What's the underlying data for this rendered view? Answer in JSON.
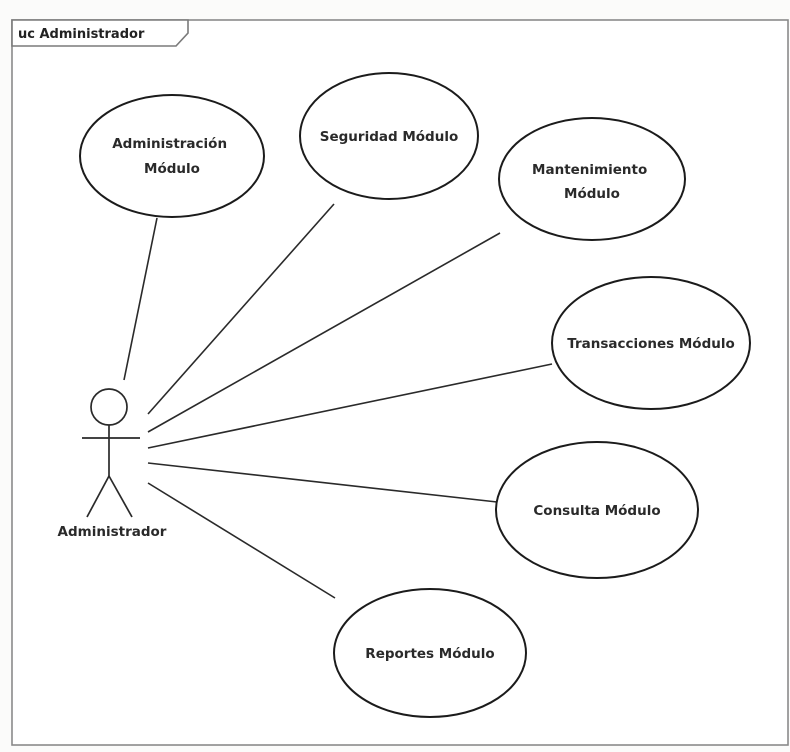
{
  "diagram": {
    "frame_title": "uc Administrador",
    "actor": {
      "name": "Administrador"
    },
    "use_cases": [
      {
        "id": "administracion",
        "lines": [
          "Administración",
          "Módulo"
        ]
      },
      {
        "id": "seguridad",
        "lines": [
          "Seguridad Módulo"
        ]
      },
      {
        "id": "mantenimiento",
        "lines": [
          "Mantenimiento",
          "Módulo"
        ]
      },
      {
        "id": "transacciones",
        "lines": [
          "Transacciones Módulo"
        ]
      },
      {
        "id": "consulta",
        "lines": [
          "Consulta Módulo"
        ]
      },
      {
        "id": "reportes",
        "lines": [
          "Reportes Módulo"
        ]
      }
    ],
    "colors": {
      "line": "#2a2a2a",
      "frame": "#8a8a8a",
      "background": "#ffffff"
    }
  }
}
